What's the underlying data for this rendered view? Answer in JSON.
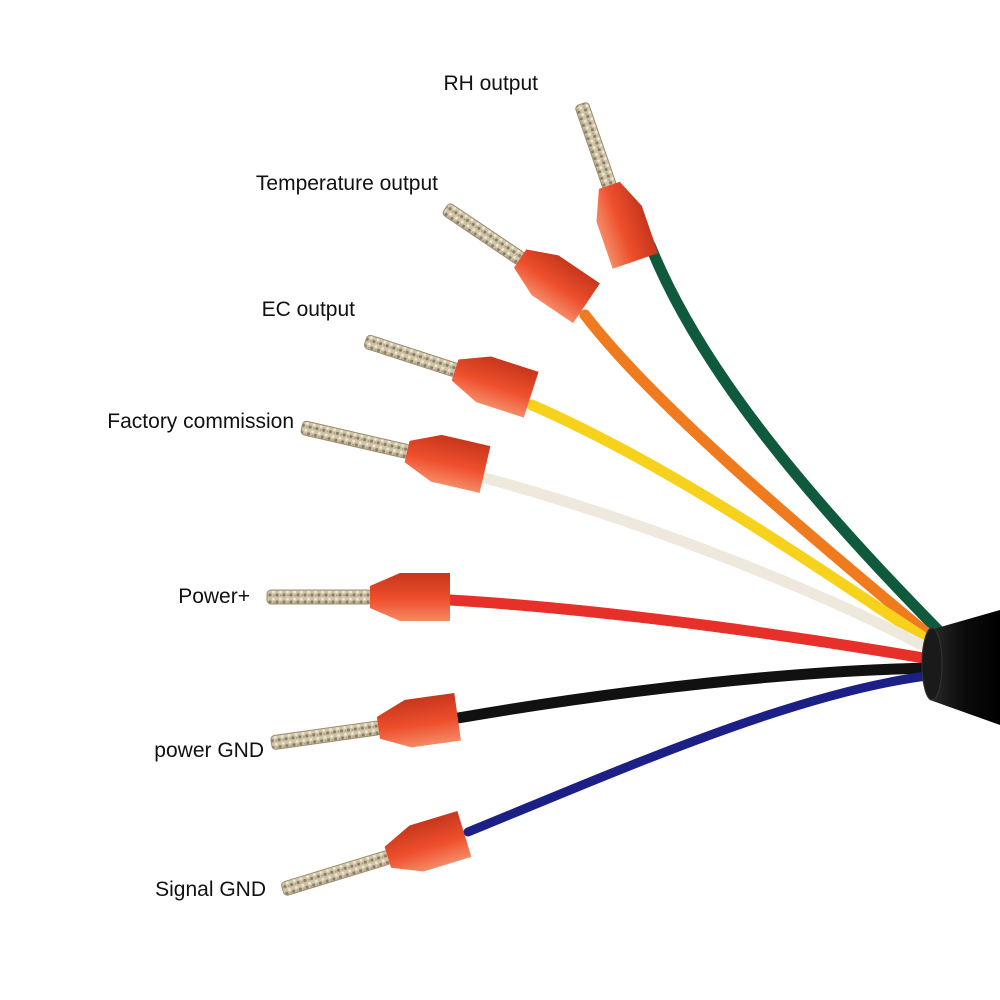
{
  "labels": {
    "rh_output": "RH output",
    "temperature_output": "Temperature output",
    "ec_output": "EC output",
    "factory_commission": "Factory commission",
    "power_plus": "Power+",
    "power_gnd": "power GND",
    "signal_gnd": "Signal GND"
  },
  "colors": {
    "rh_wire": "#0f5a3c",
    "temperature_wire": "#f07a1e",
    "ec_wire": "#f7d21c",
    "factory_wire": "#efe9dd",
    "power_plus_wire": "#e8302a",
    "power_gnd_wire": "#111111",
    "signal_gnd_wire": "#1c1f86",
    "ferrule": "#ef4d2a",
    "cable_jacket": "#0b0b0b"
  }
}
